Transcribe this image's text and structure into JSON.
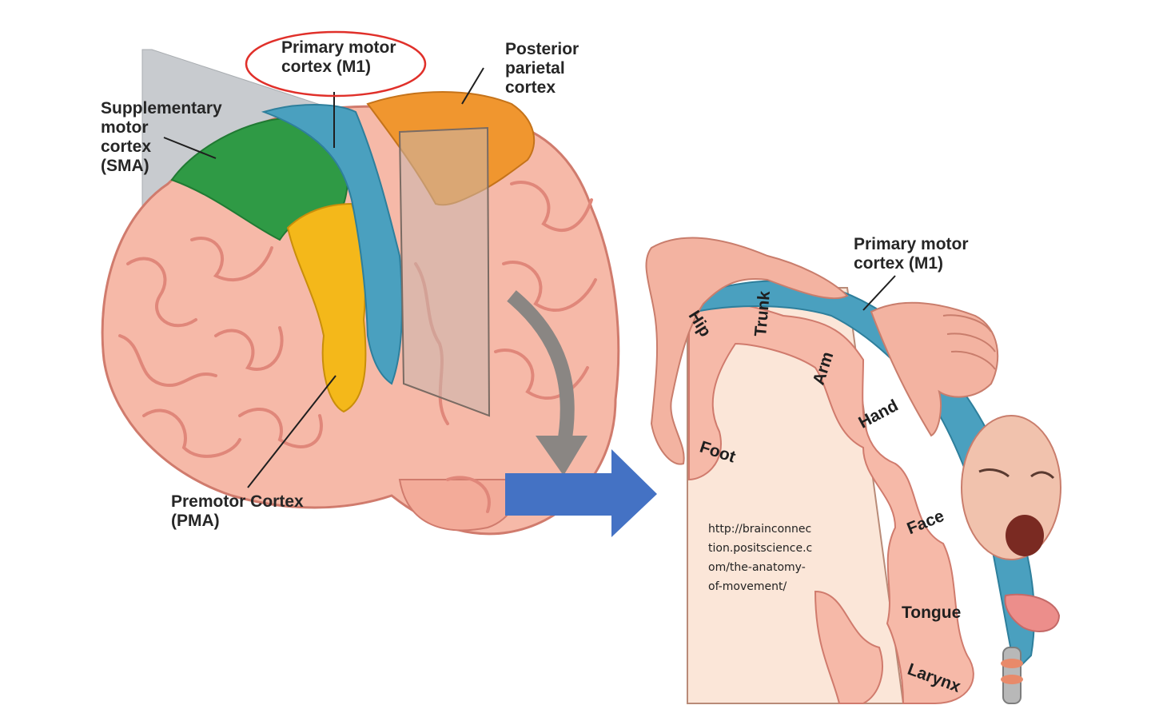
{
  "colors": {
    "brain_pink": "#f6b9a8",
    "brain_fold": "#e0877a",
    "sma_green": "#2f9a45",
    "pma_yellow": "#f4b81a",
    "m1_blue": "#4aa0bf",
    "ppc_orange": "#f0962f",
    "arrow_blue": "#4472c4",
    "arrow_gray": "#8a8683",
    "circle_red": "#e0302a",
    "slab_cream": "#fbe6d8"
  },
  "brain_labels": {
    "m1": "Primary motor\ncortex (M1)",
    "ppc": "Posterior\nparietal\ncortex",
    "sma": "Supplementary\nmotor\ncortex\n(SMA)",
    "pma": "Premotor Cortex\n(PMA)"
  },
  "section_labels": {
    "m1": "Primary motor\ncortex (M1)"
  },
  "body_parts": {
    "hip": "Hip",
    "trunk": "Trunk",
    "arm": "Arm",
    "hand": "Hand",
    "foot": "Foot",
    "face": "Face",
    "tongue": "Tongue",
    "larynx": "Larynx"
  },
  "source_url": "http://brainconnec\ntion.positscience.c\nom/the-anatomy-\nof-movement/",
  "icons": {
    "transition_arrow": "right-arrow-icon",
    "curved_arrow": "curved-down-arrow-icon"
  }
}
